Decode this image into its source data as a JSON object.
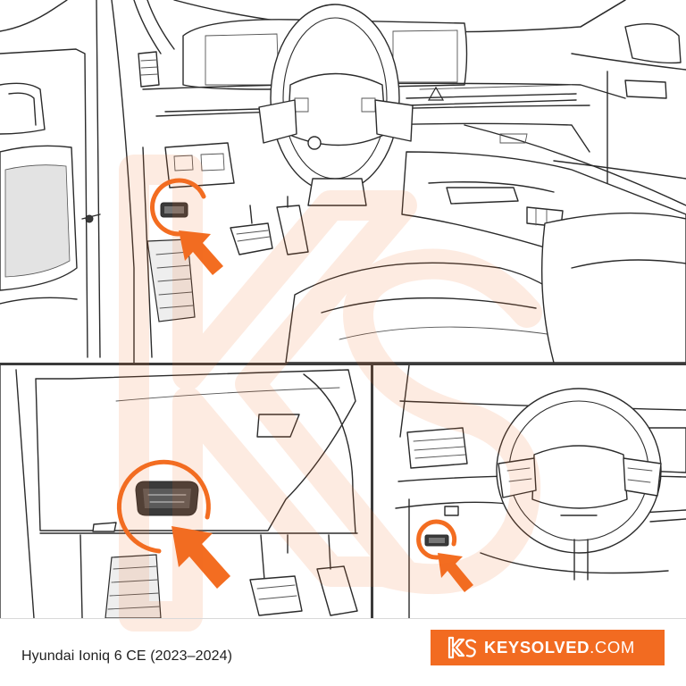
{
  "caption": "Hyundai Ioniq 6 CE (2023–2024)",
  "brand": {
    "name": "KEYSOLVED",
    "tld": ".COM",
    "logo_icon": "ks-monogram-icon",
    "color": "#f26b21"
  },
  "highlight_color": "#f36d21",
  "watermark_icon": "ks-monogram-watermark-icon",
  "panels": [
    {
      "name": "cabin-overview",
      "marker": "obd-port-highlight-ring"
    },
    {
      "name": "obd-port-closeup",
      "marker": "obd-port-highlight-ring"
    },
    {
      "name": "steering-column-view",
      "marker": "obd-port-highlight-ring"
    }
  ]
}
